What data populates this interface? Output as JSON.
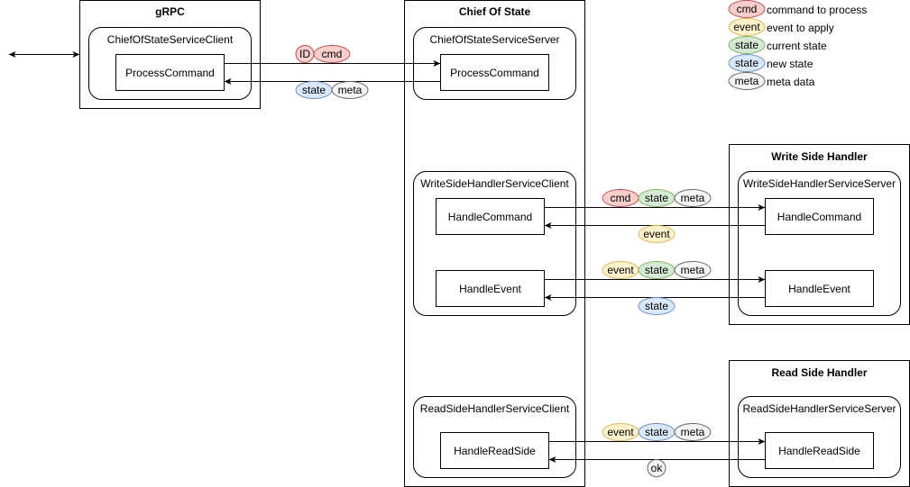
{
  "colors": {
    "red_fill": "#f8cecc",
    "red_stroke": "#b85450",
    "yellow_fill": "#fff2cc",
    "yellow_stroke": "#d6b656",
    "green_fill": "#d5e8d4",
    "green_stroke": "#82b366",
    "blue_fill": "#dae8fc",
    "blue_stroke": "#6c8ebf",
    "gray_fill": "#f5f5f5",
    "gray_stroke": "#666666"
  },
  "legend": [
    {
      "tag": "cmd",
      "desc": "command to process",
      "color": "red"
    },
    {
      "tag": "event",
      "desc": "event to apply",
      "color": "yellow"
    },
    {
      "tag": "state",
      "desc": "current state",
      "color": "green"
    },
    {
      "tag": "state",
      "desc": "new state",
      "color": "blue"
    },
    {
      "tag": "meta",
      "desc": "meta data",
      "color": "gray"
    }
  ],
  "containers": {
    "grpc": "gRPC",
    "cos": "Chief Of State",
    "write": "Write Side Handler",
    "read": "Read Side Handler"
  },
  "groups": {
    "cos_client": "ChiefOfStateServiceClient",
    "cos_server": "ChiefOfStateServiceServer",
    "ws_client": "WriteSideHandlerServiceClient",
    "ws_server": "WriteSideHandlerServiceServer",
    "rs_client": "ReadSideHandlerServiceClient",
    "rs_server": "ReadSideHandlerServiceServer"
  },
  "methods": {
    "process_client": "ProcessCommand",
    "process_server": "ProcessCommand",
    "handle_cmd_client": "HandleCommand",
    "handle_cmd_server": "HandleCommand",
    "handle_event_client": "HandleEvent",
    "handle_event_server": "HandleEvent",
    "read_client": "HandleReadSide",
    "read_server": "HandleReadSide"
  },
  "messages": {
    "process_req": [
      {
        "tag": "ID",
        "color": "red"
      },
      {
        "tag": "cmd",
        "color": "red"
      }
    ],
    "process_resp": [
      {
        "tag": "state",
        "color": "blue"
      },
      {
        "tag": "meta",
        "color": "gray"
      }
    ],
    "handle_cmd_req": [
      {
        "tag": "cmd",
        "color": "red"
      },
      {
        "tag": "state",
        "color": "green"
      },
      {
        "tag": "meta",
        "color": "gray"
      }
    ],
    "handle_cmd_resp": [
      {
        "tag": "event",
        "color": "yellow"
      }
    ],
    "handle_event_req": [
      {
        "tag": "event",
        "color": "yellow"
      },
      {
        "tag": "state",
        "color": "green"
      },
      {
        "tag": "meta",
        "color": "gray"
      }
    ],
    "handle_event_resp": [
      {
        "tag": "state",
        "color": "blue"
      }
    ],
    "read_req": [
      {
        "tag": "event",
        "color": "yellow"
      },
      {
        "tag": "state",
        "color": "blue"
      },
      {
        "tag": "meta",
        "color": "gray"
      }
    ],
    "read_resp": [
      {
        "tag": "ok",
        "color": "gray"
      }
    ]
  }
}
